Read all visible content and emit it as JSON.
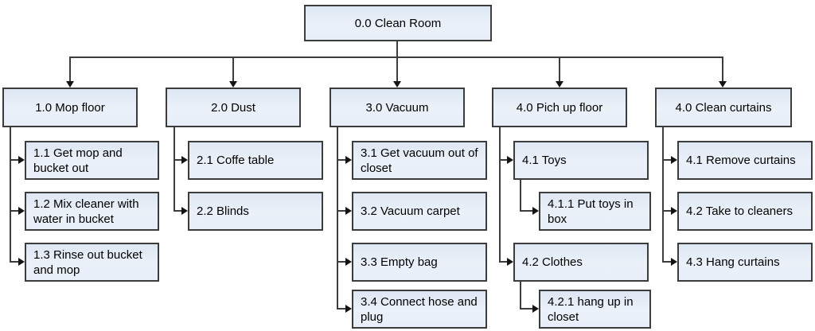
{
  "root": "0.0 Clean Room",
  "columns": [
    {
      "header": "1.0 Mop floor",
      "children": [
        "1.1 Get mop and bucket out",
        "1.2 Mix cleaner with water in bucket",
        "1.3 Rinse out bucket and mop"
      ]
    },
    {
      "header": "2.0 Dust",
      "children": [
        "2.1 Coffe table",
        "2.2 Blinds"
      ]
    },
    {
      "header": "3.0 Vacuum",
      "children": [
        "3.1 Get vacuum out of closet",
        "3.2 Vacuum carpet",
        "3.3 Empty bag",
        "3.4 Connect hose and plug"
      ]
    },
    {
      "header": "4.0 Pich up floor",
      "children": [
        "4.1 Toys",
        "4.1.1 Put toys in box",
        "4.2 Clothes",
        "4.2.1 hang up in closet"
      ]
    },
    {
      "header": "4.0 Clean curtains",
      "children": [
        "4.1 Remove curtains",
        "4.2 Take to cleaners",
        "4.3 Hang curtains"
      ]
    }
  ],
  "colors": {
    "box_fill_top": "#dde7f3",
    "box_fill_bottom": "#e7eef8",
    "box_border": "#3c3c3c",
    "connector": "#3c3c3c",
    "arrow": "#141414",
    "text": "#000000",
    "background": "#ffffff"
  }
}
